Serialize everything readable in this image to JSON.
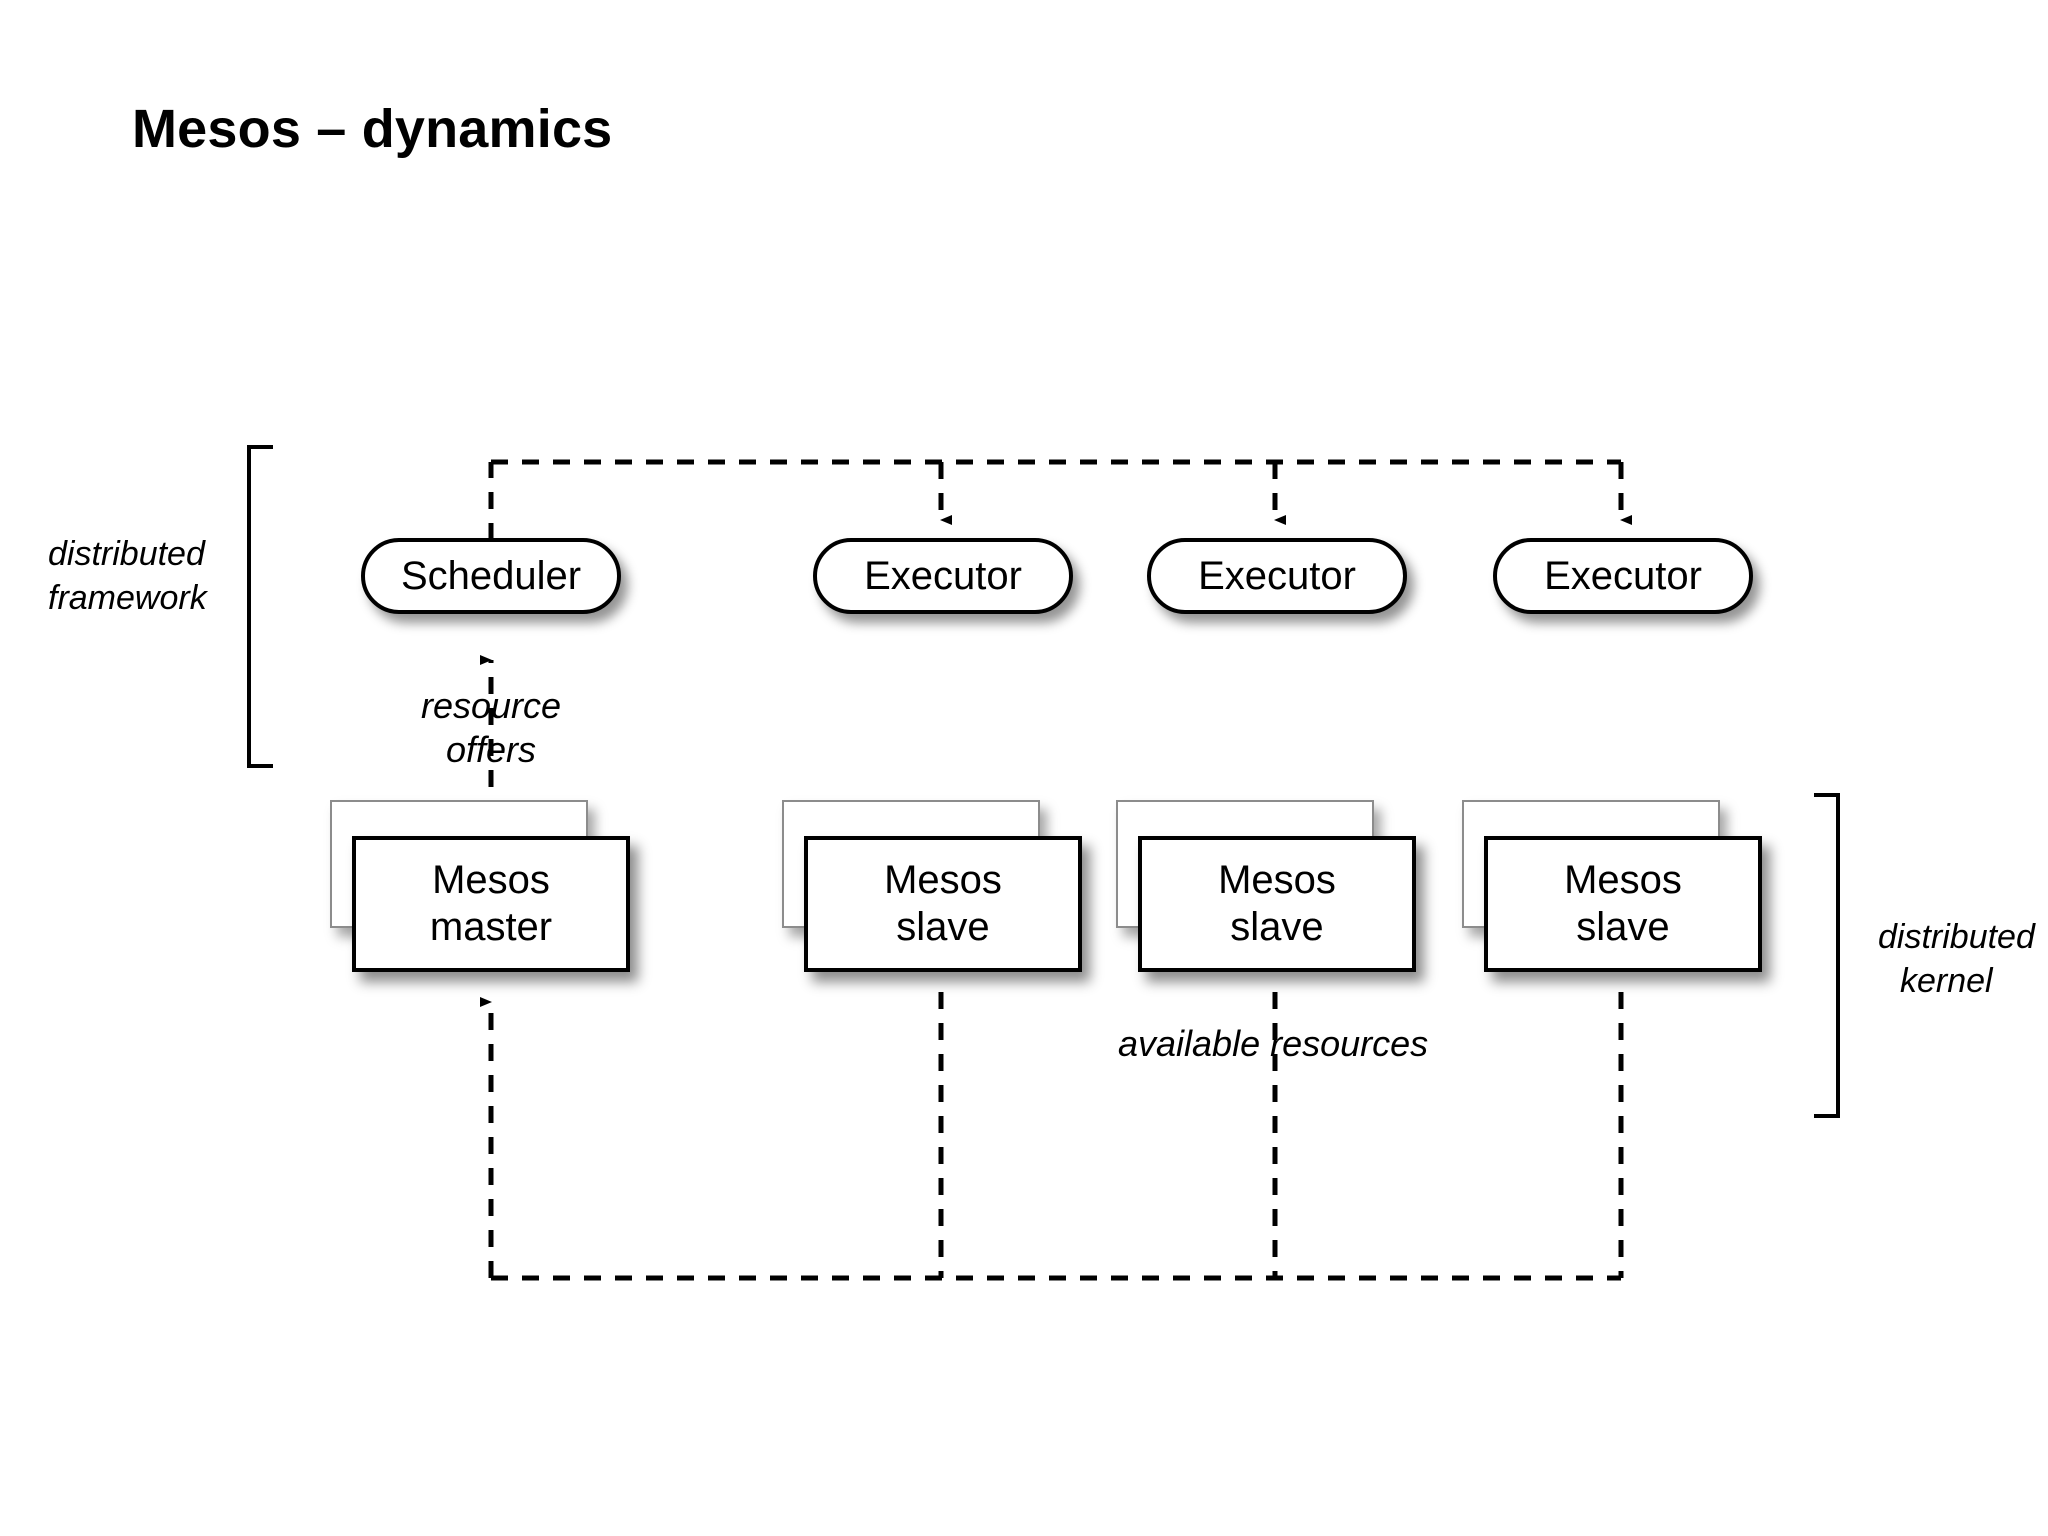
{
  "slide": {
    "title": "Mesos – dynamics",
    "background": "#ffffff",
    "ink": "#000000"
  },
  "groups": {
    "left": {
      "label_line1": "distributed",
      "label_line2": "framework"
    },
    "right": {
      "label_line1": "distributed",
      "label_line2": "kernel"
    }
  },
  "framework_row": {
    "nodes": [
      {
        "label": "Scheduler"
      },
      {
        "label": "Executor"
      },
      {
        "label": "Executor"
      },
      {
        "label": "Executor"
      }
    ]
  },
  "kernel_row": {
    "nodes": [
      {
        "line1": "Mesos",
        "line2": "master"
      },
      {
        "line1": "Mesos",
        "line2": "slave"
      },
      {
        "line1": "Mesos",
        "line2": "slave"
      },
      {
        "line1": "Mesos",
        "line2": "slave"
      }
    ]
  },
  "annotations": {
    "resource_offers_line1": "resource",
    "resource_offers_line2": "offers",
    "available_resources": "available resources"
  }
}
